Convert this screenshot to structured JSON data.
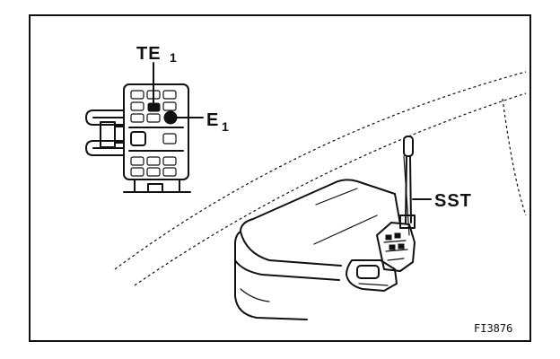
{
  "labels": {
    "te1_main": "TE",
    "te1_sub": "1",
    "e1_main": "E",
    "e1_sub": "1",
    "sst": "SST",
    "figure_code": "FI3876"
  },
  "colors": {
    "ink": "#111111",
    "background": "#ffffff"
  }
}
